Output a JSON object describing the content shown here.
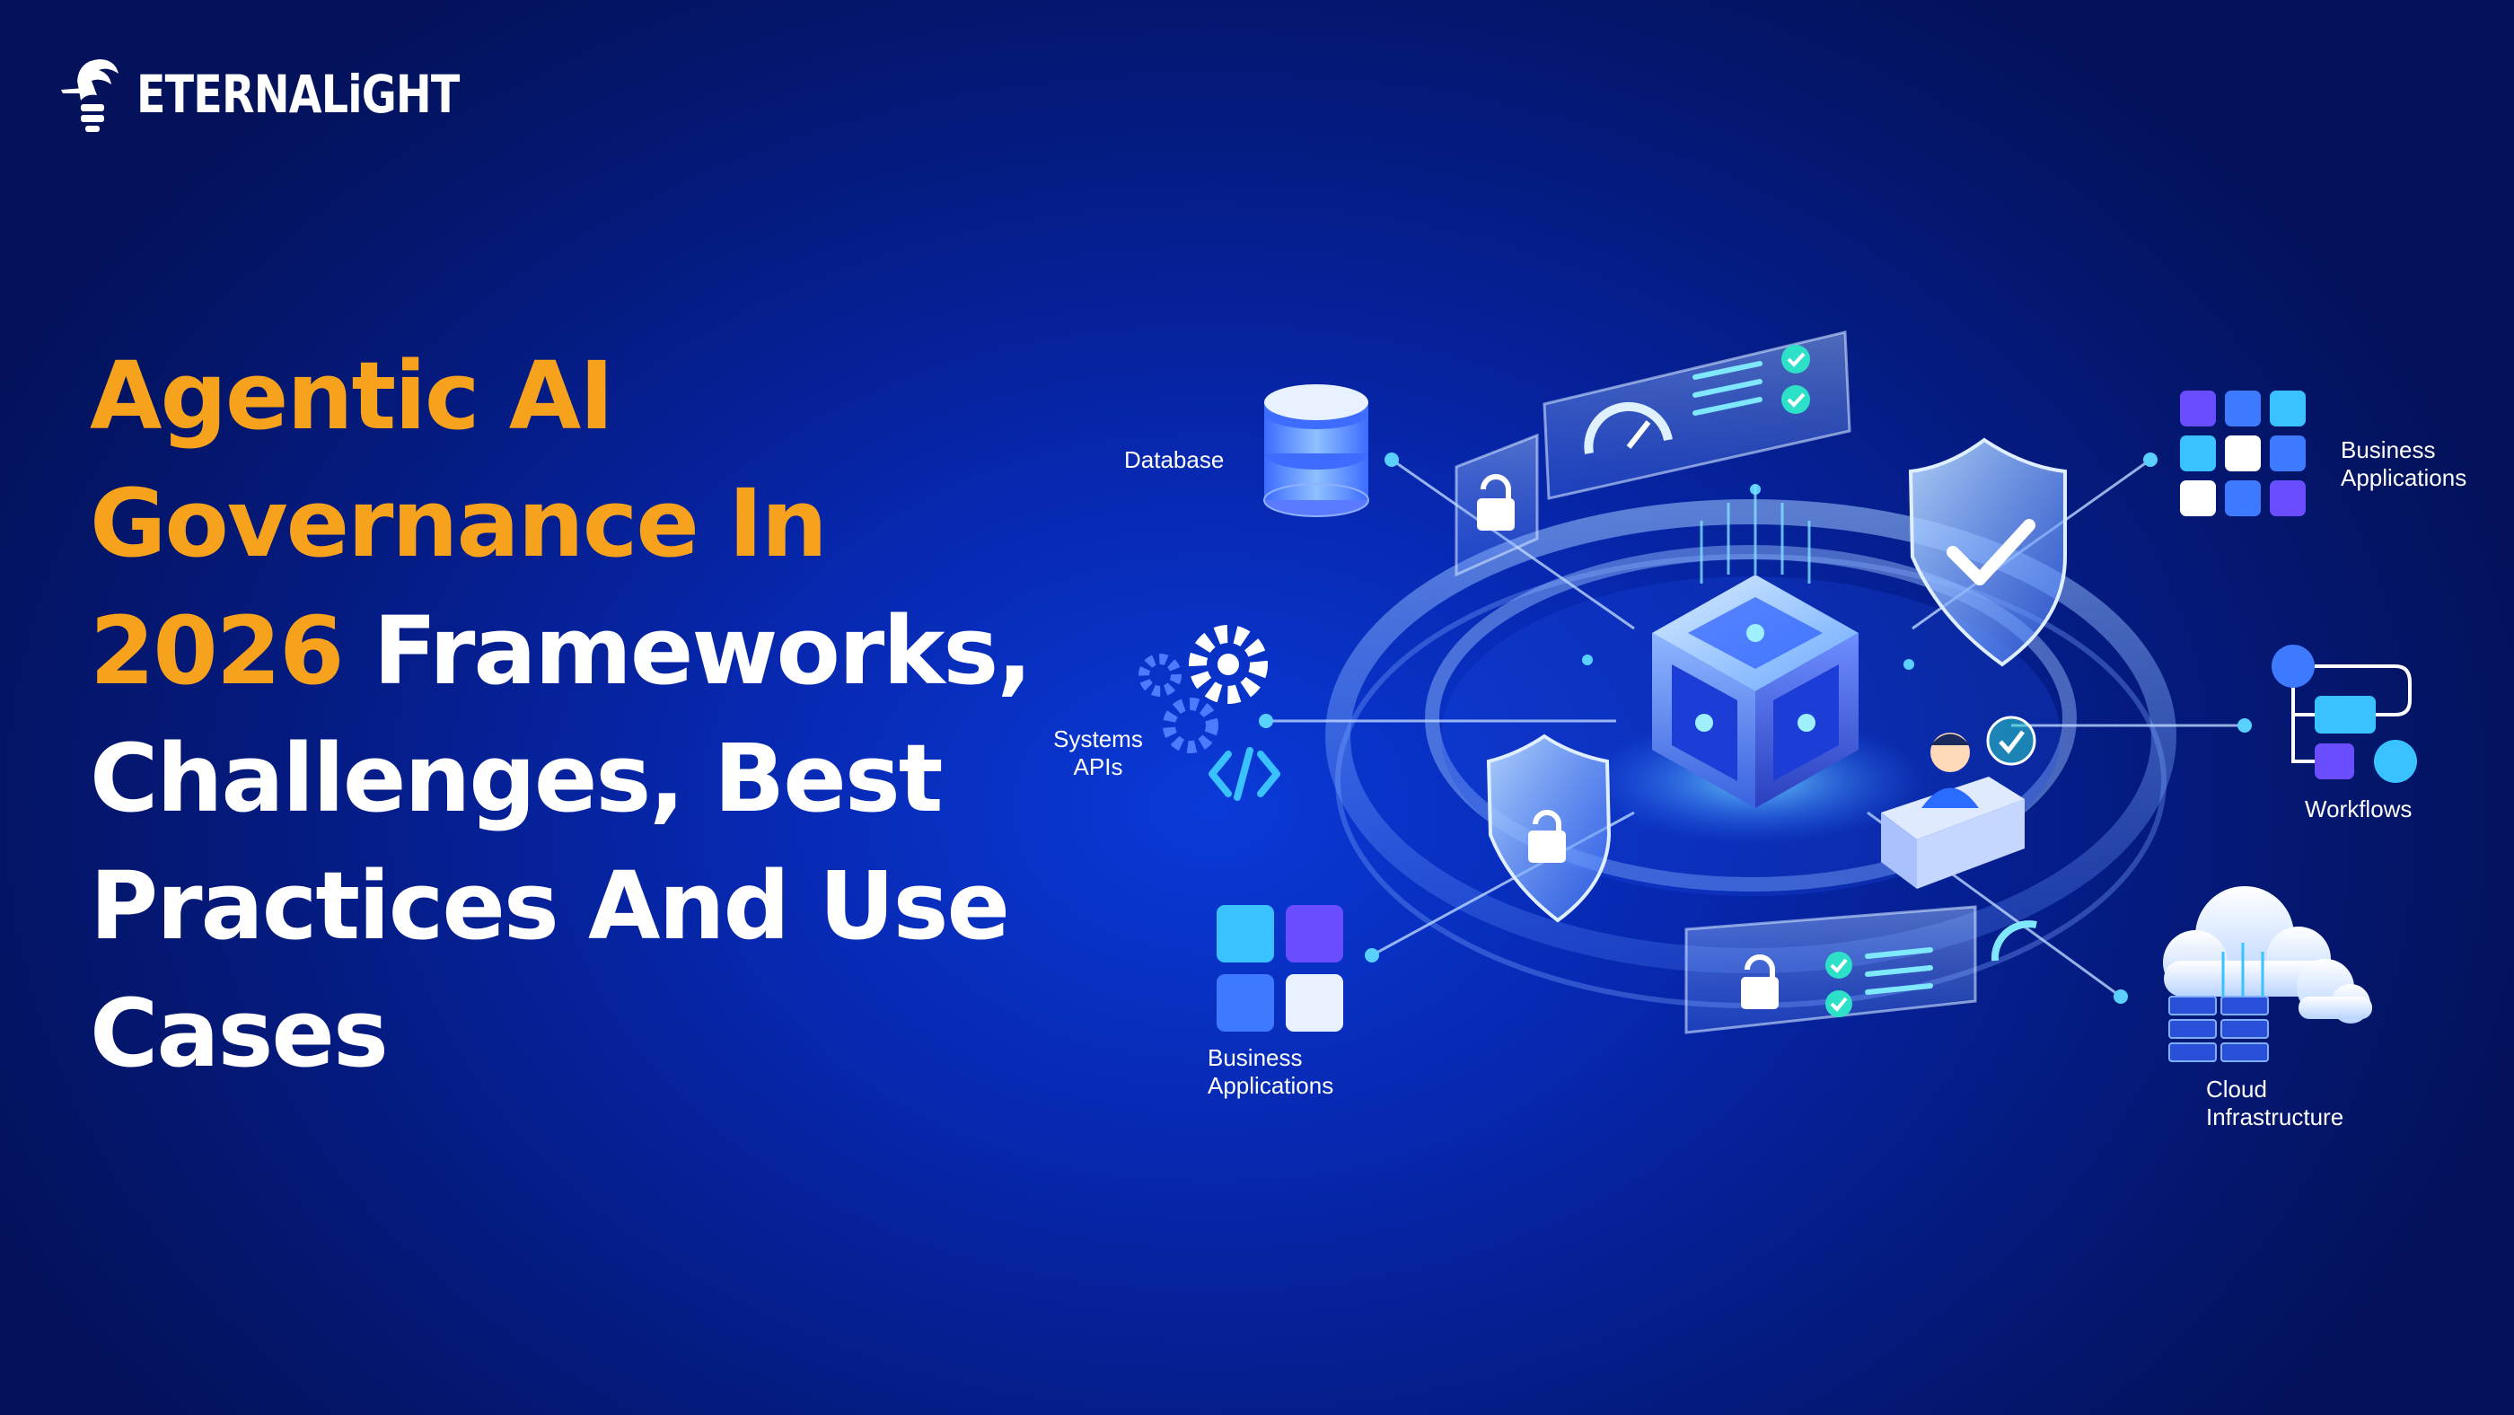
{
  "brand": {
    "name": "ETERNALiGHT"
  },
  "headline": {
    "orange_part": "Agentic AI Governance In 2026",
    "white_part": "Frameworks, Challenges, Best Practices And Use Cases"
  },
  "diagram": {
    "labels": {
      "database": "Database",
      "business_apps_top": [
        "Business",
        "Applications"
      ],
      "systems_apis": [
        "Systems",
        "APIs"
      ],
      "workflows": "Workflows",
      "business_apps_bottom": [
        "Business",
        "Applications"
      ],
      "cloud": [
        "Cloud",
        "Infrastructure"
      ]
    }
  },
  "colors": {
    "accent_orange": "#f7a21c",
    "bg_blue": "#0728b0",
    "glow_cyan": "#39c2ff",
    "check_green": "#2de0c8"
  },
  "icons": [
    "logo-bulb-icon",
    "database-icon",
    "gear-icon",
    "code-icon",
    "lock-icon",
    "shield-check-icon",
    "gauge-icon",
    "checkmark-icon",
    "grid-apps-icon",
    "workflow-icon",
    "cloud-icon",
    "server-icon",
    "person-icon"
  ]
}
